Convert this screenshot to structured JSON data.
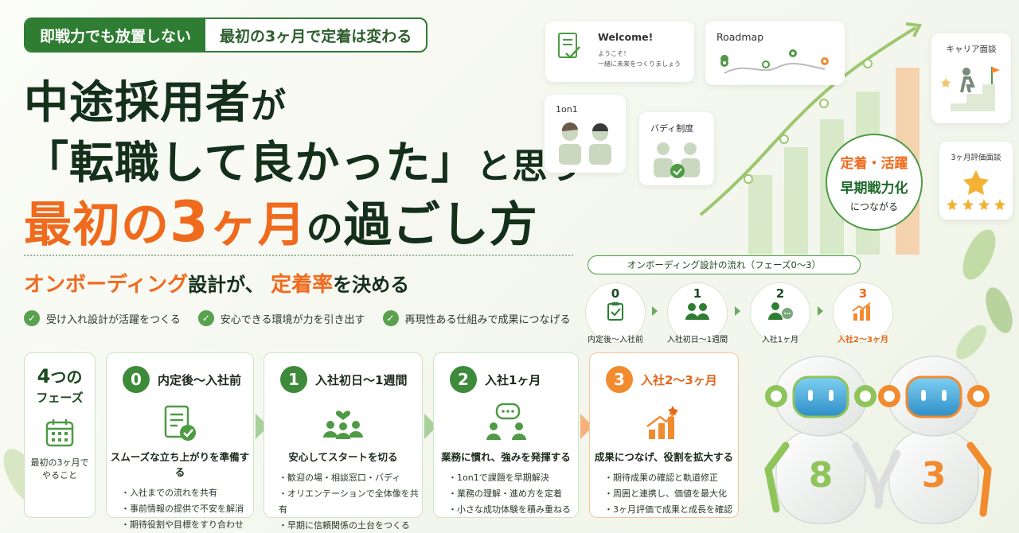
{
  "tags": {
    "left": "即戦力でも放置しない",
    "right": "最初の3ヶ月で定着は変わる"
  },
  "headline": {
    "l1_main": "中途採用者",
    "l1_particle": "が",
    "l2_main": "「転職して良かった」",
    "l2_particle": "と思う",
    "l3_a": "最初の",
    "l3_b": "3",
    "l3_c": "ヶ月",
    "l3_d": "の",
    "l3_e": "過ごし方"
  },
  "subtitle": {
    "a": "オンボーディング",
    "b": "設計が、",
    "c": "定着率",
    "d": "を決める"
  },
  "checks": [
    "受け入れ設計が活躍をつくる",
    "安心できる環境が力を引き出す",
    "再現性ある仕組みで成果につなげる"
  ],
  "four_phases": {
    "num": "4",
    "tsu": "つの",
    "label": "フェーズ",
    "caption_l1": "最初の3ヶ月で",
    "caption_l2": "やること"
  },
  "phases": [
    {
      "num": "0",
      "title": "内定後〜入社前",
      "subtitle": "スムーズな立ち上がりを準備する",
      "items": [
        "入社までの流れを共有",
        "事前情報の提供で不安を解消",
        "期待役割や目標をすり合わせ"
      ],
      "icon": "checklist-icon"
    },
    {
      "num": "1",
      "title": "入社初日〜1週間",
      "subtitle": "安心してスタートを切る",
      "items": [
        "歓迎の場・相談窓口・バディ",
        "オリエンテーションで全体像を共有",
        "早期に信頼関係の土台をつくる"
      ],
      "icon": "team-heart-icon"
    },
    {
      "num": "2",
      "title": "入社1ヶ月",
      "subtitle": "業務に慣れ、強みを発揮する",
      "items": [
        "1on1で課題を早期解決",
        "業務の理解・進め方を定着",
        "小さな成功体験を積み重ねる"
      ],
      "icon": "conversation-icon"
    },
    {
      "num": "3",
      "title": "入社2〜3ヶ月",
      "subtitle": "成果につなげ、役割を拡大する",
      "items": [
        "期待成果の確認と軌道修正",
        "周囲と連携し、価値を最大化",
        "3ヶ月評価で成果と成長を確認"
      ],
      "icon": "growth-chart-icon"
    }
  ],
  "right_cards": {
    "welcome_title": "Welcome!",
    "welcome_l1": "ようこそ！",
    "welcome_l2": "一緒に未来をつくりましょう",
    "roadmap_title": "Roadmap",
    "oneonone_title": "1on1",
    "buddy_title": "バディ制度",
    "career_title": "キャリア面談",
    "eval_title": "3ヶ月評価面談"
  },
  "badge": {
    "l1": "定着・活躍",
    "l2": "早期戦力化",
    "l3": "につながる"
  },
  "flow": {
    "title": "オンボーディング設計の流れ（フェーズ0〜3）",
    "steps": [
      {
        "num": "0",
        "label": "内定後〜入社前"
      },
      {
        "num": "1",
        "label": "入社初日〜1週間"
      },
      {
        "num": "2",
        "label": "入社1ヶ月"
      },
      {
        "num": "3",
        "label": "入社2〜3ヶ月"
      }
    ]
  },
  "robots": {
    "left_number": "8",
    "right_number": "3"
  },
  "colors": {
    "green": "#2e7d32",
    "orange": "#f06a1d",
    "light_green": "#a9cf9a"
  }
}
